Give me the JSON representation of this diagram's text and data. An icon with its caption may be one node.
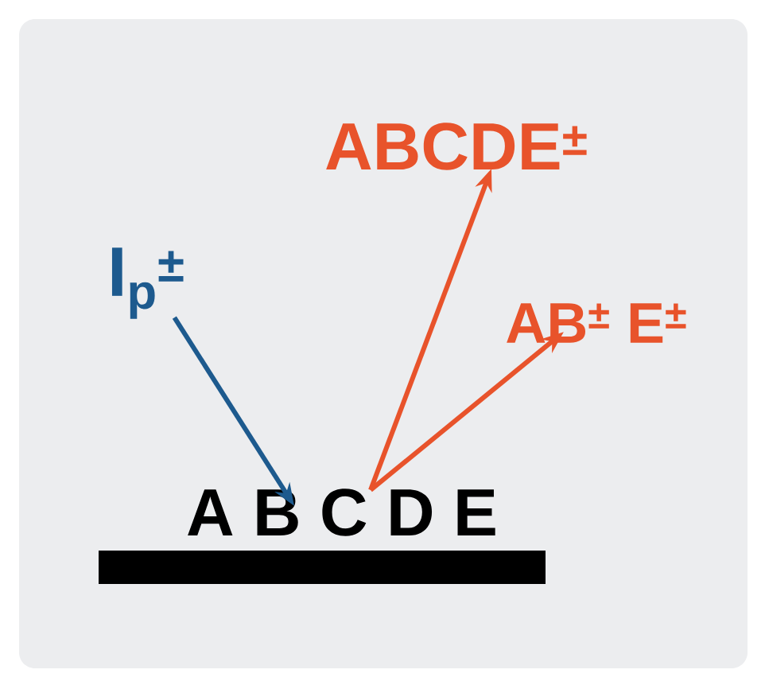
{
  "diagram": {
    "nodes": [
      {
        "text": [
          "I$_{p}$$^{±}$"
        ]
      },
      {
        "text": [
          "A B C D E"
        ]
      },
      {
        "text": [
          "ABCDE$^{±}$"
        ]
      },
      {
        "text": [
          "AB$^{±}$ E$^{±}$"
        ]
      }
    ],
    "edges": [
      {
        "from": 0,
        "to": 1,
        "arrow": "to",
        "color": "#1d5a8e"
      },
      {
        "from": 1,
        "to": 2,
        "arrow": "to"
      },
      {
        "from": 1,
        "to": 3,
        "arrow": "to"
      }
    ]
  }
}
